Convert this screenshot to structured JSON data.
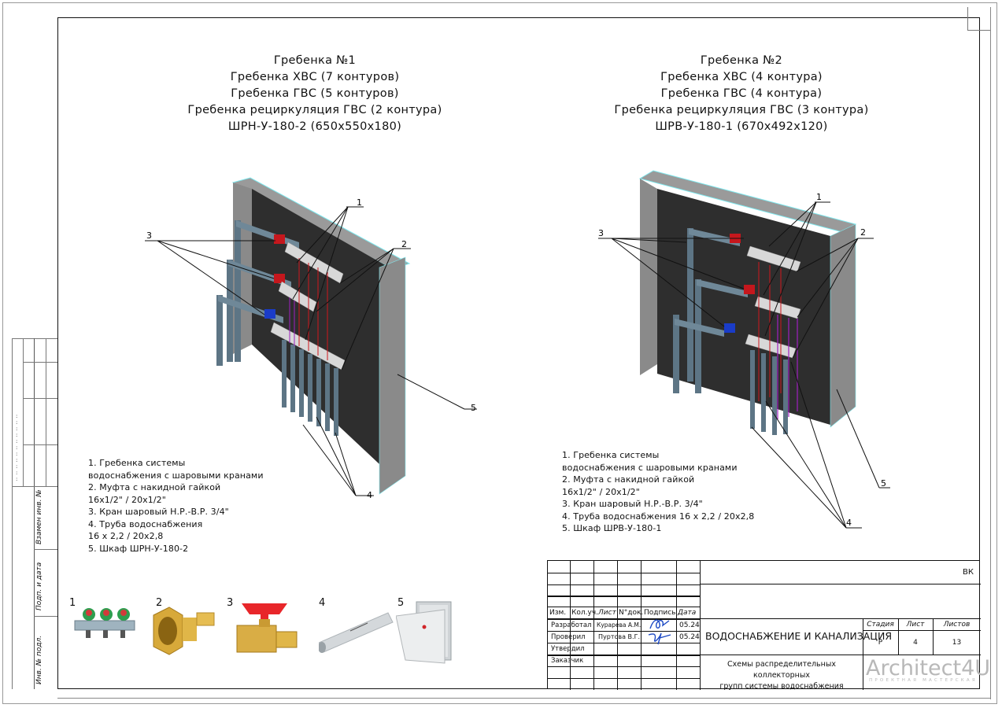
{
  "manifold_1": {
    "title_lines": [
      "Гребенка №1",
      "Гребенка ХВС (7 контуров)",
      "Гребенка ГВС (5 контуров)",
      "Гребенка рециркуляция ГВС (2 контура)",
      "ШРН-У-180-2 (650х550х180)"
    ],
    "legend_lines": [
      "1. Гребенка системы",
      "водоснабжения с шаровыми кранами",
      "2. Муфта с накидной гайкой",
      "16х1/2\"  /  20х1/2\"",
      "3.   Кран шаровый Н.Р.-В.Р. 3/4\"",
      "4. Труба водоснабжения",
      "16 х 2,2 / 20х2,8",
      "5. Шкаф ШРН-У-180-2"
    ],
    "callouts": [
      "1",
      "2",
      "3",
      "4",
      "5"
    ]
  },
  "manifold_2": {
    "title_lines": [
      "Гребенка №2",
      "Гребенка ХВС (4 контура)",
      "Гребенка ГВС (4 контура)",
      "Гребенка рециркуляция ГВС (3 контура)",
      "ШРВ-У-180-1 (670х492х120)"
    ],
    "legend_lines": [
      "1. Гребенка системы",
      "водоснабжения с шаровыми кранами",
      "2. Муфта с накидной гайкой",
      "16х1/2\"  /  20х1/2\"",
      "3. Кран шаровый Н.Р.-В.Р. 3/4\"",
      "4. Труба водоснабжения 16 х 2,2 / 20х2,8",
      "5. Шкаф ШРВ-У-180-1"
    ],
    "callouts": [
      "1",
      "2",
      "3",
      "4",
      "5"
    ]
  },
  "photos": [
    {
      "num": "1",
      "name": "manifold-photo"
    },
    {
      "num": "2",
      "name": "coupling-nut-photo"
    },
    {
      "num": "3",
      "name": "ball-valve-photo"
    },
    {
      "num": "4",
      "name": "pipe-photo"
    },
    {
      "num": "5",
      "name": "cabinet-photo"
    }
  ],
  "side_stamp": {
    "labels": [
      "Взамен инв. №",
      "Подп. и дата",
      "Инв. № подл."
    ]
  },
  "title_block": {
    "code": "ВК",
    "headers": {
      "izm": "Изм.",
      "kol_uch": "Кол.уч.",
      "list": "Лист",
      "n_dok": "N°док.",
      "podpis": "Подпись",
      "data": "Дата"
    },
    "rows": [
      {
        "role": "Разработал",
        "name": "Курарева А.М.",
        "date": "05.24"
      },
      {
        "role": "Проверил",
        "name": "Пуртова В.Г.",
        "date": "05.24"
      },
      {
        "role": "Утвердил",
        "name": "",
        "date": ""
      },
      {
        "role": "Заказчик",
        "name": "",
        "date": ""
      }
    ],
    "section_title": "ВОДОСНАБЖЕНИЕ И КАНАЛИЗАЦИЯ",
    "sheet_title_lines": [
      "Схемы распределительных коллекторных",
      "групп системы водоснабжения"
    ],
    "stage_label": "Стадия",
    "sheet_label": "Лист",
    "sheets_label": "Листов",
    "stage": "Р",
    "sheet": "4",
    "sheets": "13",
    "logo_main": "Architect4U",
    "logo_sub": "ПРОЕКТНАЯ МАСТЕРСКАЯ"
  },
  "colors": {
    "cabinet_dark": "#2e2e2e",
    "cabinet_gray": "#8a8a8a",
    "hot_red": "#d0161c",
    "cold_blue": "#1a3cc8",
    "recirc_purple": "#a020c0",
    "pipe_gray": "#5d7585",
    "edge_cyan": "#7fe8ee",
    "signature_blue": "#1b48c4"
  }
}
